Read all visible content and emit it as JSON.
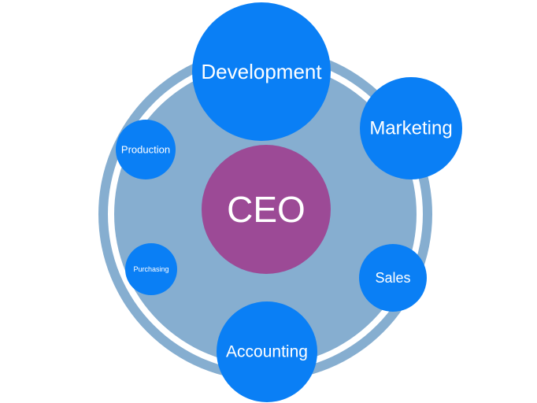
{
  "diagram": {
    "center": {
      "label": "CEO"
    },
    "departments": [
      {
        "id": "development",
        "label": "Development"
      },
      {
        "id": "marketing",
        "label": "Marketing"
      },
      {
        "id": "production",
        "label": "Production"
      },
      {
        "id": "sales",
        "label": "Sales"
      },
      {
        "id": "purchasing",
        "label": "Purchasing"
      },
      {
        "id": "accounting",
        "label": "Accounting"
      }
    ]
  },
  "colors": {
    "outer_ring": "#86aed0",
    "ring_gap": "#ffffff",
    "inner_disc": "#86aed0",
    "center_node": "#9c4a96",
    "department_node": "#0a7ff5",
    "text": "#ffffff"
  }
}
